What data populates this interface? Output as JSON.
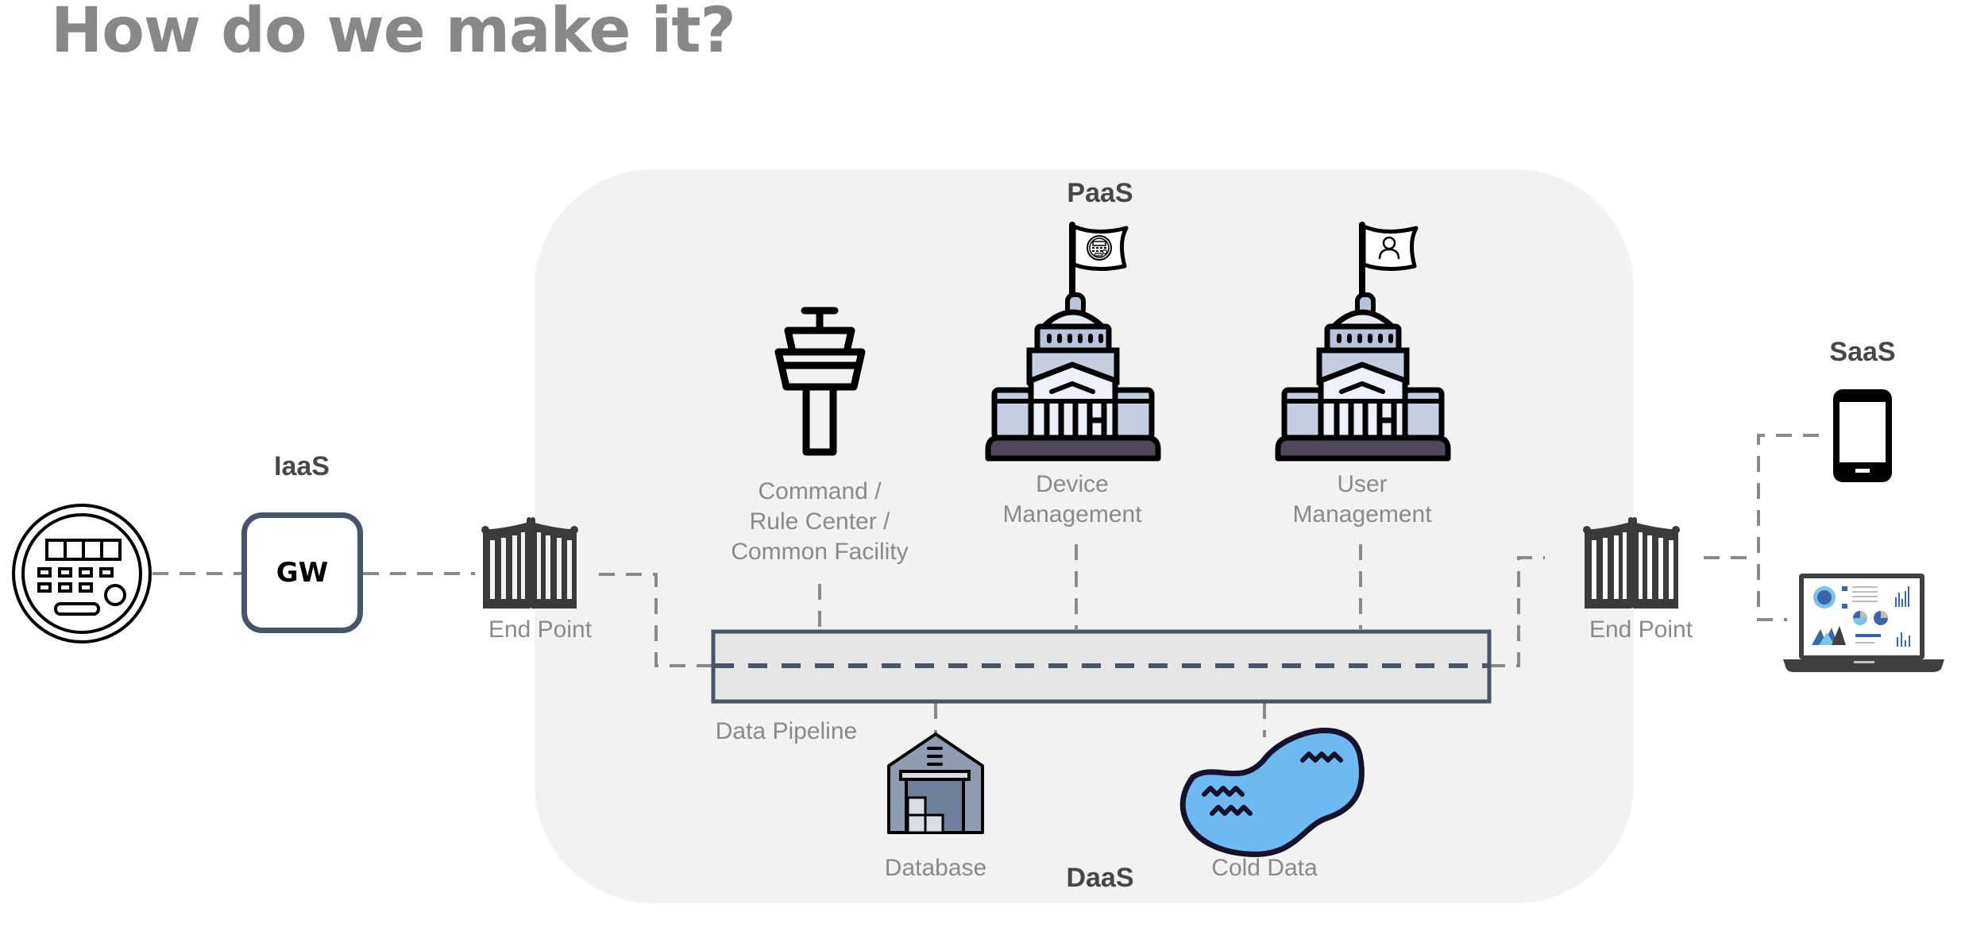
{
  "page": {
    "title": "How do we make it?"
  },
  "tiers": {
    "iaas": "IaaS",
    "paas": "PaaS",
    "daas": "DaaS",
    "saas": "SaaS"
  },
  "nodes": {
    "meter": {
      "icon": "smart-meter-icon"
    },
    "gateway": {
      "label": "GW"
    },
    "endpoint_left": {
      "label": "End Point",
      "icon": "gate-icon"
    },
    "endpoint_right": {
      "label": "End Point",
      "icon": "gate-icon"
    },
    "command_center": {
      "line1": "Command /",
      "line2": "Rule Center /",
      "line3": "Common Facility",
      "icon": "control-tower-icon"
    },
    "device_management": {
      "line1": "Device",
      "line2": "Management",
      "icon": "capitol-building-icon",
      "flag_icon": "smart-meter-icon"
    },
    "user_management": {
      "line1": "User",
      "line2": "Management",
      "icon": "capitol-building-icon",
      "flag_icon": "user-icon"
    },
    "data_pipeline": {
      "label": "Data Pipeline"
    },
    "database": {
      "label": "Database",
      "icon": "warehouse-icon"
    },
    "cold_data": {
      "label": "Cold Data",
      "icon": "lake-icon"
    },
    "phone": {
      "icon": "smartphone-icon"
    },
    "laptop": {
      "icon": "laptop-dashboard-icon"
    }
  },
  "colors": {
    "panel": "#f2f2f2",
    "connector": "#8a8a8a",
    "pipeline_border": "#475569",
    "pipeline_fill": "#e5e5e5",
    "building_light": "#c5cde0",
    "building_lighter": "#eef1f9",
    "building_base": "#4f4858",
    "lake": "#6fb9f2",
    "gate": "#3a3b3d"
  }
}
